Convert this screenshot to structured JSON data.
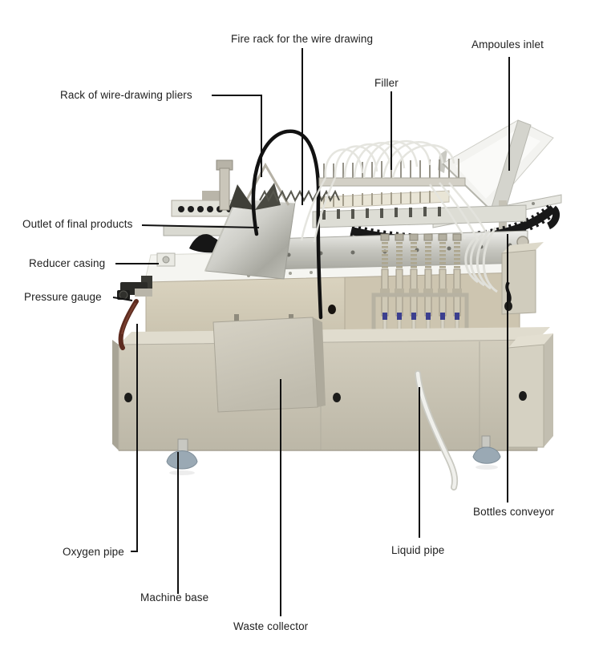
{
  "labels": {
    "fire_rack": "Fire rack for the wire drawing",
    "ampoules_inlet": "Ampoules inlet",
    "filler": "Filler",
    "pliers_rack": "Rack of wire-drawing pliers",
    "outlet": "Outlet of final products",
    "reducer_casing": "Reducer casing",
    "pressure_gauge": "Pressure gauge",
    "oxygen_pipe": "Oxygen pipe",
    "machine_base": "Machine base",
    "waste_collector": "Waste collector",
    "liquid_pipe": "Liquid pipe",
    "bottles_conveyor": "Bottles conveyor"
  },
  "colors": {
    "background": "#ffffff",
    "label_text": "#1f1f1f",
    "leader_line": "#111111",
    "steel_white": "#f5f5f1",
    "steel_tan": "#d5cdb9",
    "cabinet": "#c9c4b4",
    "hose_black": "#121212",
    "conveyor_black": "#181818",
    "oxygen_pipe_brown": "#5d2b1f",
    "foot_blue_gray": "#9aa9b4",
    "tube_translucent": "#e4e4de",
    "clip_blue": "#3c3f8f"
  }
}
